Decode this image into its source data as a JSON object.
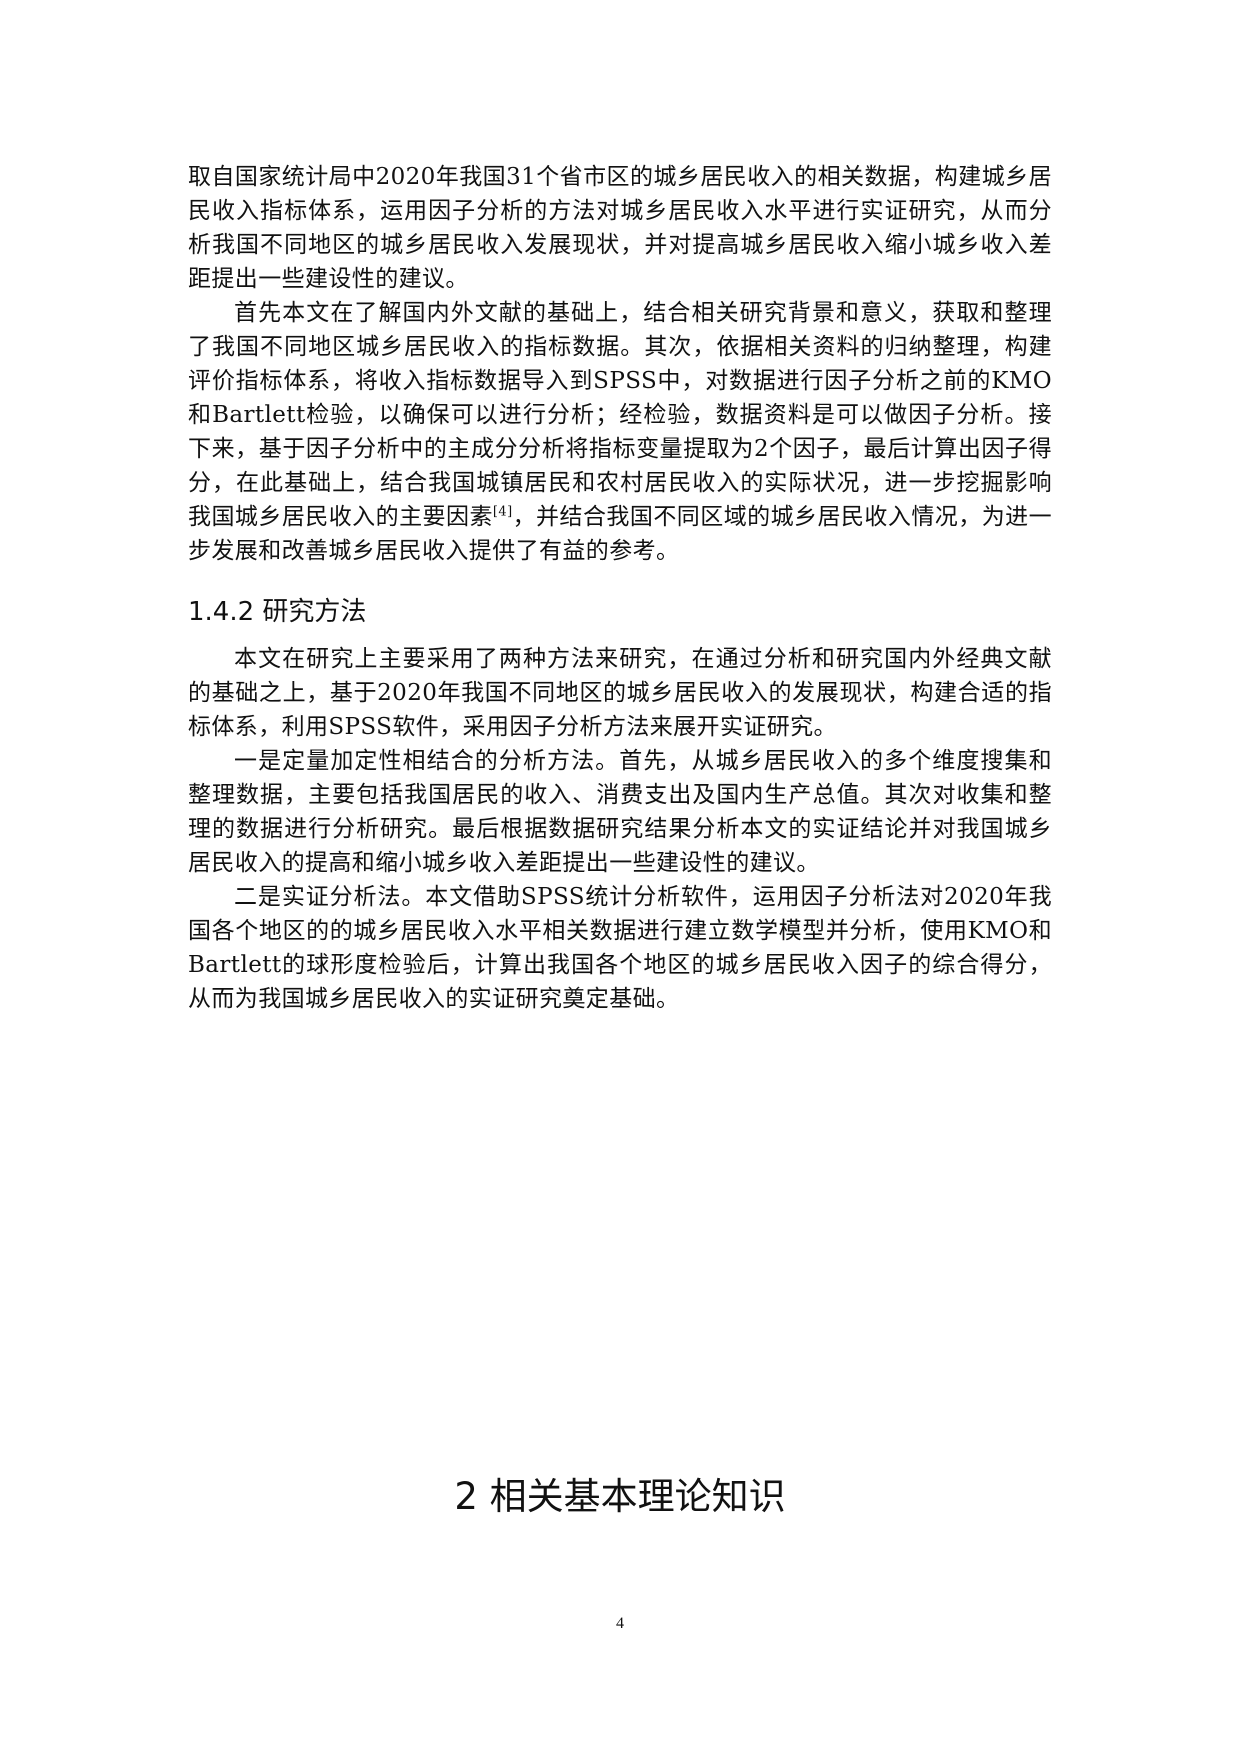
{
  "document": {
    "intro_paragraph": "取自国家统计局中2020年我国31个省市区的城乡居民收入的相关数据，构建城乡居民收入指标体系，运用因子分析的方法对城乡居民收入水平进行实证研究，从而分析我国不同地区的城乡居民收入发展现状，并对提高城乡居民收入缩小城乡收入差距提出一些建设性的建议。",
    "paragraph_2_before_ref": "首先本文在了解国内外文献的基础上，结合相关研究背景和意义，获取和整理了我国不同地区城乡居民收入的指标数据。其次，依据相关资料的归纳整理，构建评价指标体系，将收入指标数据导入到SPSS中，对数据进行因子分析之前的KMO和Bartlett检验，以确保可以进行分析；经检验，数据资料是可以做因子分析。接下来，基于因子分析中的主成分分析将指标变量提取为2个因子，最后计算出因子得分，在此基础上，结合我国城镇居民和农村居民收入的实际状况，进一步挖掘影响我国城乡居民收入的主要因素",
    "paragraph_2_ref": "[4]",
    "paragraph_2_after_ref": "，并结合我国不同区域的城乡居民收入情况，为进一步发展和改善城乡居民收入提供了有益的参考。",
    "section_heading": "1.4.2 研究方法",
    "methods_paragraph_1": "本文在研究上主要采用了两种方法来研究，在通过分析和研究国内外经典文献的基础之上，基于2020年我国不同地区的城乡居民收入的发展现状，构建合适的指标体系，利用SPSS软件，采用因子分析方法来展开实证研究。",
    "methods_paragraph_2": "一是定量加定性相结合的分析方法。首先，从城乡居民收入的多个维度搜集和整理数据，主要包括我国居民的收入、消费支出及国内生产总值。其次对收集和整理的数据进行分析研究。最后根据数据研究结果分析本文的实证结论并对我国城乡居民收入的提高和缩小城乡收入差距提出一些建设性的建议。",
    "methods_paragraph_3": "二是实证分析法。本文借助SPSS统计分析软件，运用因子分析法对2020年我国各个地区的的城乡居民收入水平相关数据进行建立数学模型并分析，使用KMO和Bartlett的球形度检验后，计算出我国各个地区的城乡居民收入因子的综合得分，从而为我国城乡居民收入的实证研究奠定基础。",
    "chapter_title": "2 相关基本理论知识",
    "page_number": "4"
  }
}
